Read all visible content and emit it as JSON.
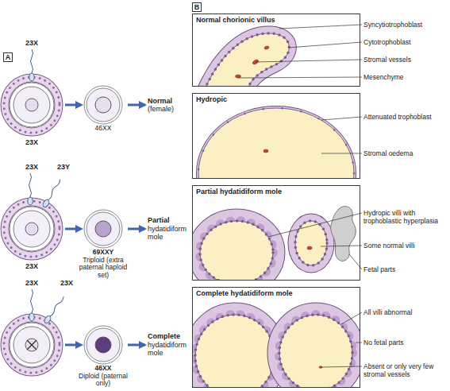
{
  "diagram": {
    "nodes": [
      {
        "text": [
          "46XX"
        ]
      },
      {
        "text": [
          "Normal (female)"
        ]
      },
      {
        "text": [
          "69XXY",
          "Triploid (extra paternal haploid set)"
        ]
      },
      {
        "text": [
          "Partial hydatidiform mole"
        ]
      },
      {
        "text": [
          "46XX",
          "Diploid (paternal only)"
        ]
      },
      {
        "text": [
          "Complete hydatidiform mole"
        ]
      },
      {
        "text": [
          "Normal chorionic villus"
        ]
      },
      {
        "text": [
          "Hydropic"
        ]
      },
      {
        "text": [
          "Partial hydatidiform mole"
        ]
      },
      {
        "text": [
          "Complete hydatidiform mole"
        ]
      }
    ],
    "edges": [
      {
        "from": 0,
        "to": 1,
        "arrow": "to"
      },
      {
        "from": 2,
        "to": 3,
        "arrow": "to"
      },
      {
        "from": 4,
        "to": 5,
        "arrow": "to"
      }
    ],
    "labels": [
      "A",
      "B",
      "23X",
      "23X",
      "23X",
      "23Y",
      "23X",
      "23X",
      "23X",
      "Syncytiotrophoblast",
      "Cytotrophoblast",
      "Stromal vessels",
      "Mesenchyme",
      "Attenuated trophoblast",
      "Stromal oedema",
      "Hydropic villi with trophoblastic hyperplasia",
      "Some normal villi",
      "Fetal parts",
      "All villi abnormal",
      "No fetal parts",
      "Absent or only very few stromal vessels"
    ]
  }
}
